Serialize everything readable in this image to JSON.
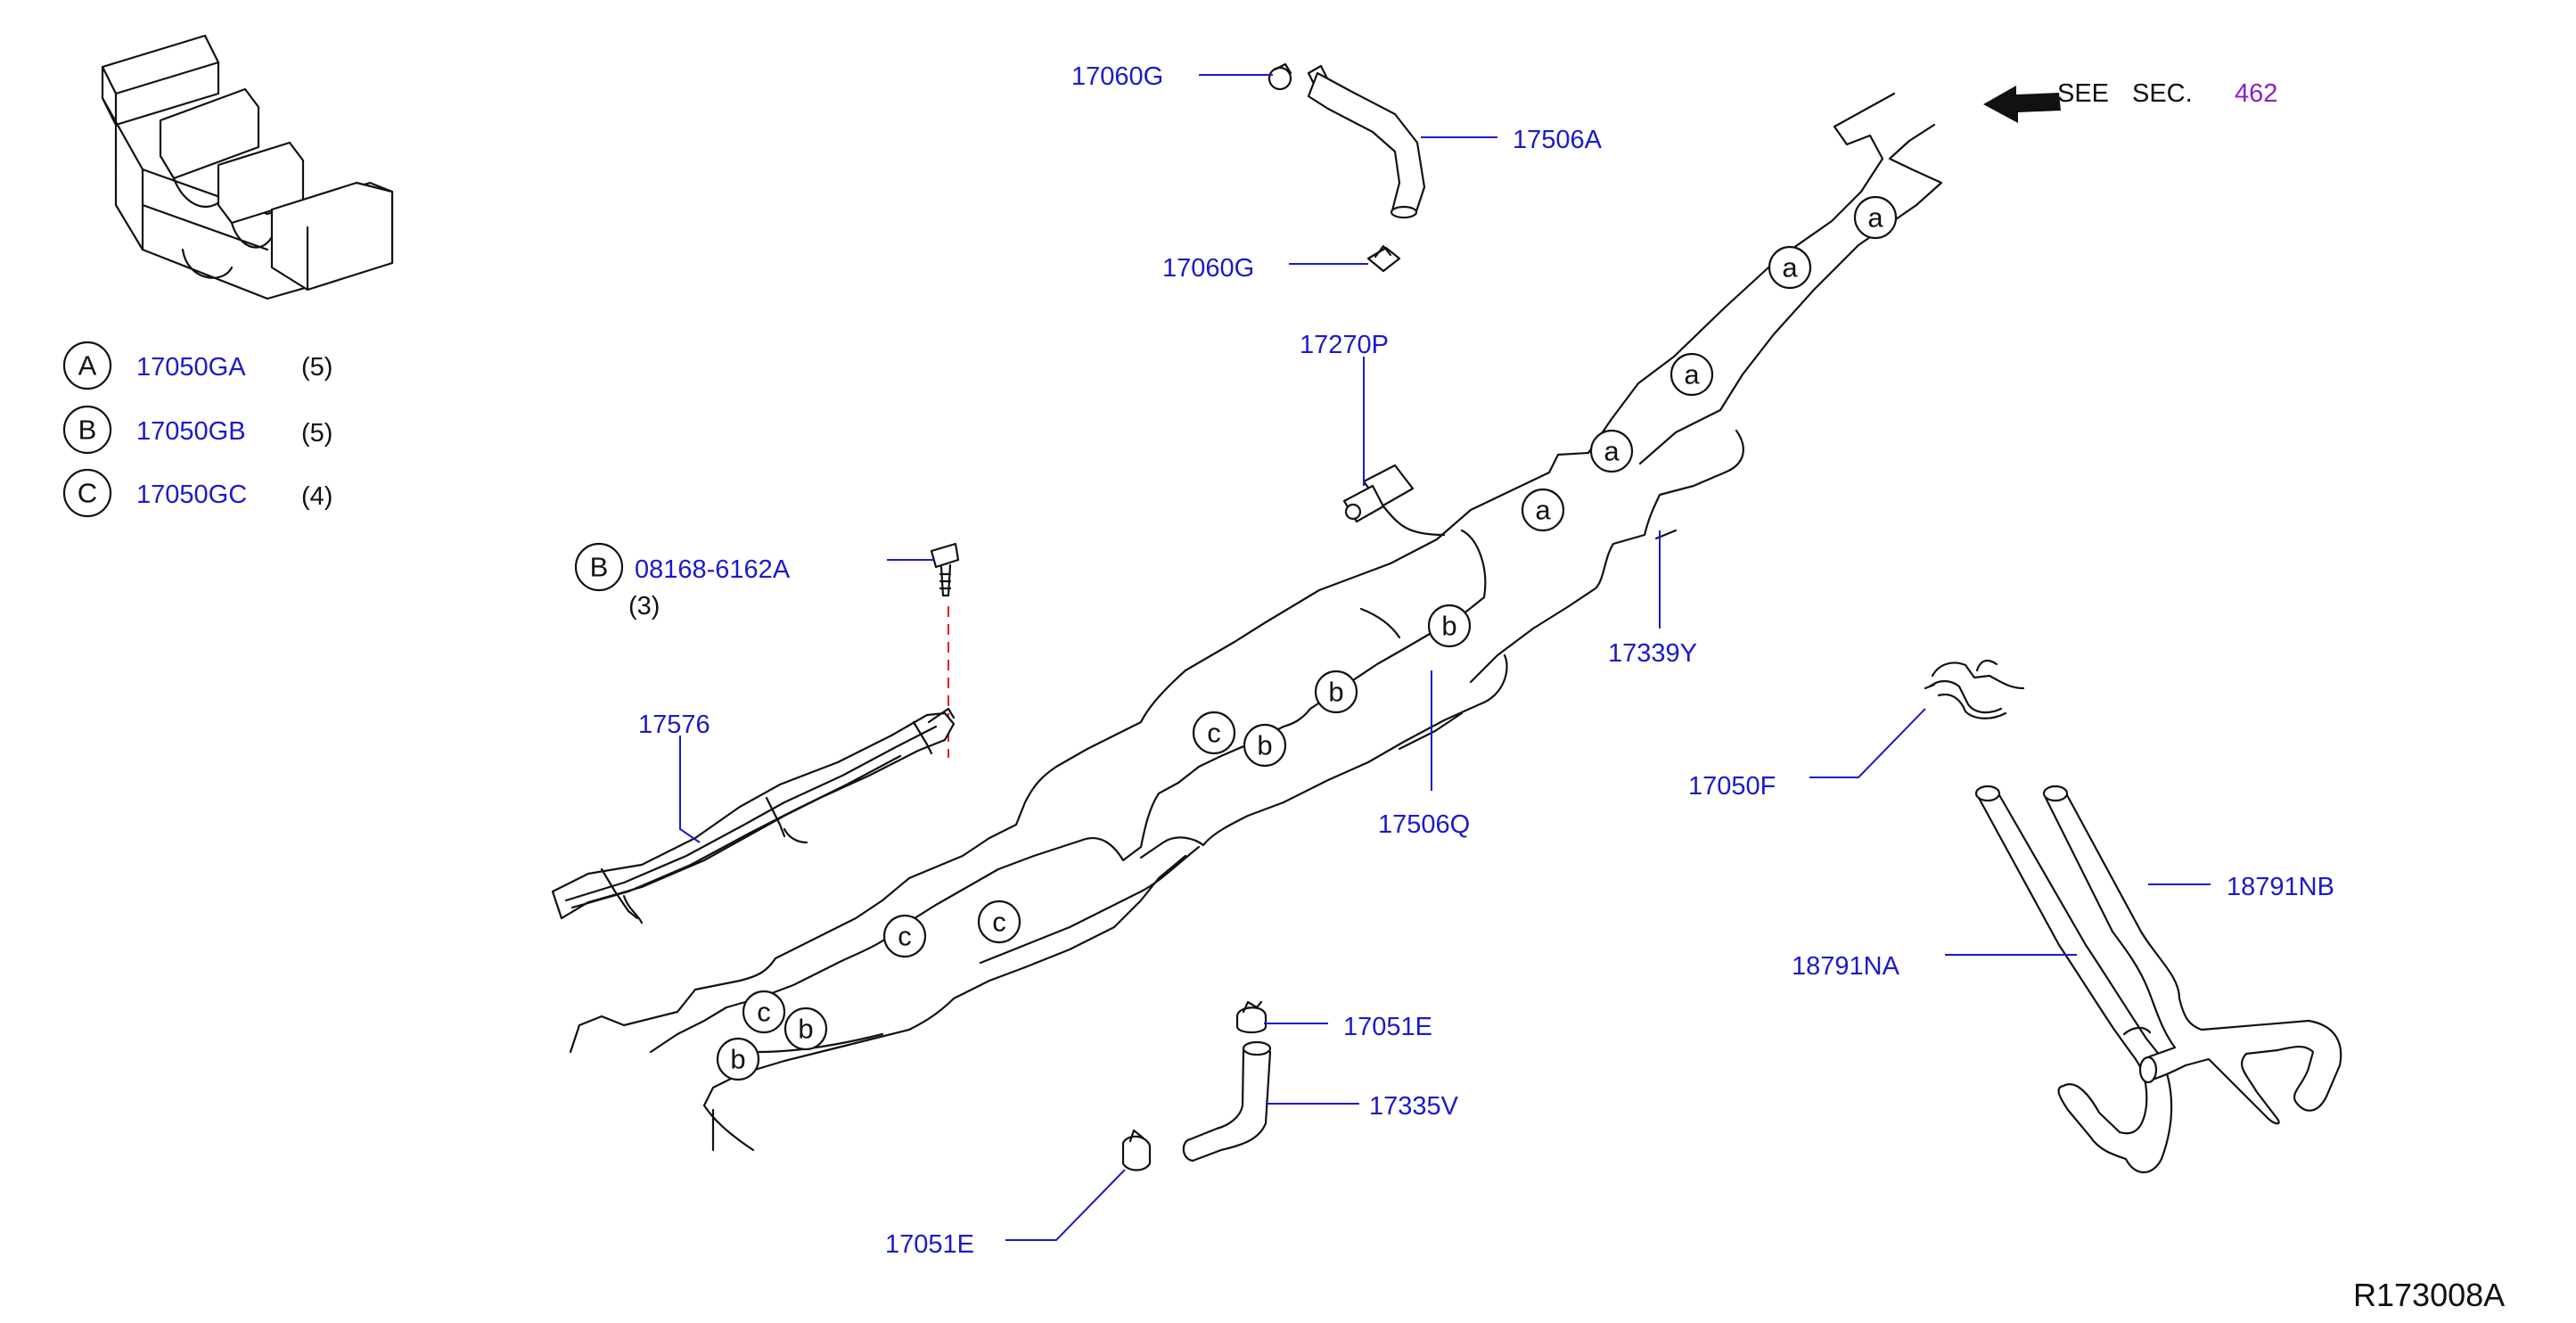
{
  "legend": [
    {
      "symbol": "A",
      "part": "17050GA",
      "qty": "(5)"
    },
    {
      "symbol": "B",
      "part": "17050GB",
      "qty": "(5)"
    },
    {
      "symbol": "C",
      "part": "17050GC",
      "qty": "(4)"
    }
  ],
  "callouts": {
    "clip_17060g_top": "17060G",
    "hose_17506a": "17506A",
    "clip_17060g_lower": "17060G",
    "part_17270p": "17270P",
    "bolt_marker": "B",
    "bolt_part": "08168-6162A",
    "bolt_qty": "(3)",
    "bracket_17576": "17576",
    "tube_17506q": "17506Q",
    "tube_17339y": "17339Y",
    "clamp_17050f": "17050F",
    "hose_18791nb": "18791NB",
    "hose_18791na": "18791NA",
    "clip_17051e_top": "17051E",
    "hose_17335v": "17335V",
    "clip_17051e_lower": "17051E"
  },
  "see_section": {
    "prefix": "SEE",
    "sec": "SEC.",
    "number": "462"
  },
  "clip_markers": [
    "a",
    "a",
    "a",
    "a",
    "a",
    "b",
    "b",
    "b",
    "b",
    "b",
    "c",
    "c",
    "c",
    "c"
  ],
  "drawing_code": "R173008A",
  "colors": {
    "label": "#1a1acc",
    "line": "#111111",
    "section_ref": "#8a1ec8",
    "dashed_leader": "#dd2222"
  }
}
